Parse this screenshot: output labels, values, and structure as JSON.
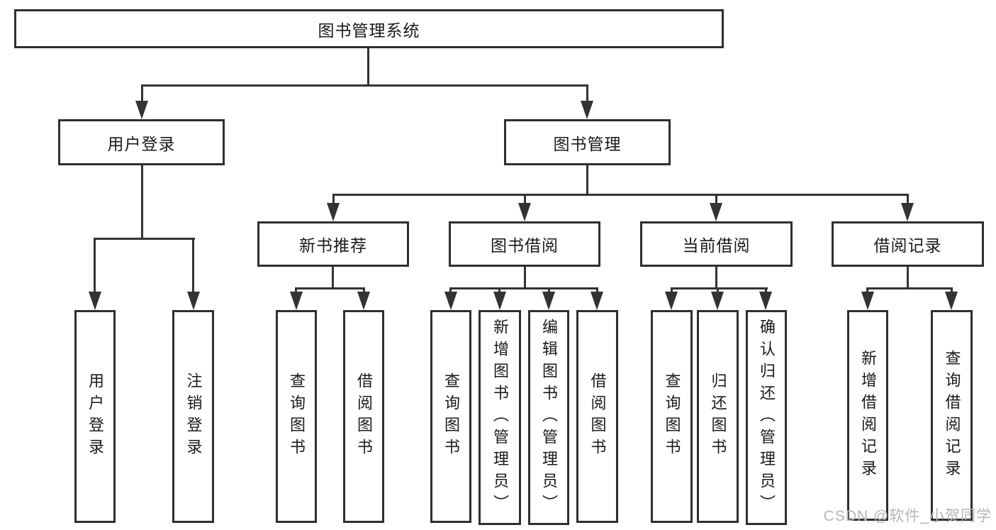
{
  "diagram": {
    "type": "hierarchy-tree",
    "colors": {
      "line": "#333333",
      "box_border": "#2f2f2f",
      "text": "#1a1a1a",
      "watermark": "#b5b5b5",
      "background": "#ffffff"
    },
    "nodes": {
      "root": {
        "label": "图书管理系统"
      },
      "user_login": {
        "label": "用户登录"
      },
      "book_mgmt": {
        "label": "图书管理"
      },
      "new_book_rec": {
        "label": "新书推荐"
      },
      "book_borrow": {
        "label": "图书借阅"
      },
      "current_borrow": {
        "label": "当前借阅"
      },
      "borrow_records": {
        "label": "借阅记录"
      },
      "leaf_user_login": {
        "label": "用户登录"
      },
      "leaf_logout": {
        "label": "注销登录"
      },
      "leaf_query_book_1": {
        "label": "查询图书"
      },
      "leaf_borrow_book_1": {
        "label": "借阅图书"
      },
      "leaf_query_book_2": {
        "label": "查询图书"
      },
      "leaf_add_book_admin": {
        "label": "新增图书（管理员）"
      },
      "leaf_edit_book_admin": {
        "label": "编辑图书（管理员）"
      },
      "leaf_borrow_book_2": {
        "label": "借阅图书"
      },
      "leaf_query_book_3": {
        "label": "查询图书"
      },
      "leaf_return_book": {
        "label": "归还图书"
      },
      "leaf_confirm_return_admin": {
        "label": "确认归还（管理员）"
      },
      "leaf_add_borrow_record": {
        "label": "新增借阅记录"
      },
      "leaf_query_borrow_record": {
        "label": "查询借阅记录"
      }
    },
    "edges": [
      "root>user_login",
      "root>book_mgmt",
      "user_login>leaf_user_login",
      "user_login>leaf_logout",
      "book_mgmt>new_book_rec",
      "book_mgmt>book_borrow",
      "book_mgmt>current_borrow",
      "book_mgmt>borrow_records",
      "new_book_rec>leaf_query_book_1",
      "new_book_rec>leaf_borrow_book_1",
      "book_borrow>leaf_query_book_2",
      "book_borrow>leaf_add_book_admin",
      "book_borrow>leaf_edit_book_admin",
      "book_borrow>leaf_borrow_book_2",
      "current_borrow>leaf_query_book_3",
      "current_borrow>leaf_return_book",
      "current_borrow>leaf_confirm_return_admin",
      "borrow_records>leaf_add_borrow_record",
      "borrow_records>leaf_query_borrow_record"
    ],
    "watermark": {
      "text": "CSDN @软件_小贺同学"
    }
  }
}
